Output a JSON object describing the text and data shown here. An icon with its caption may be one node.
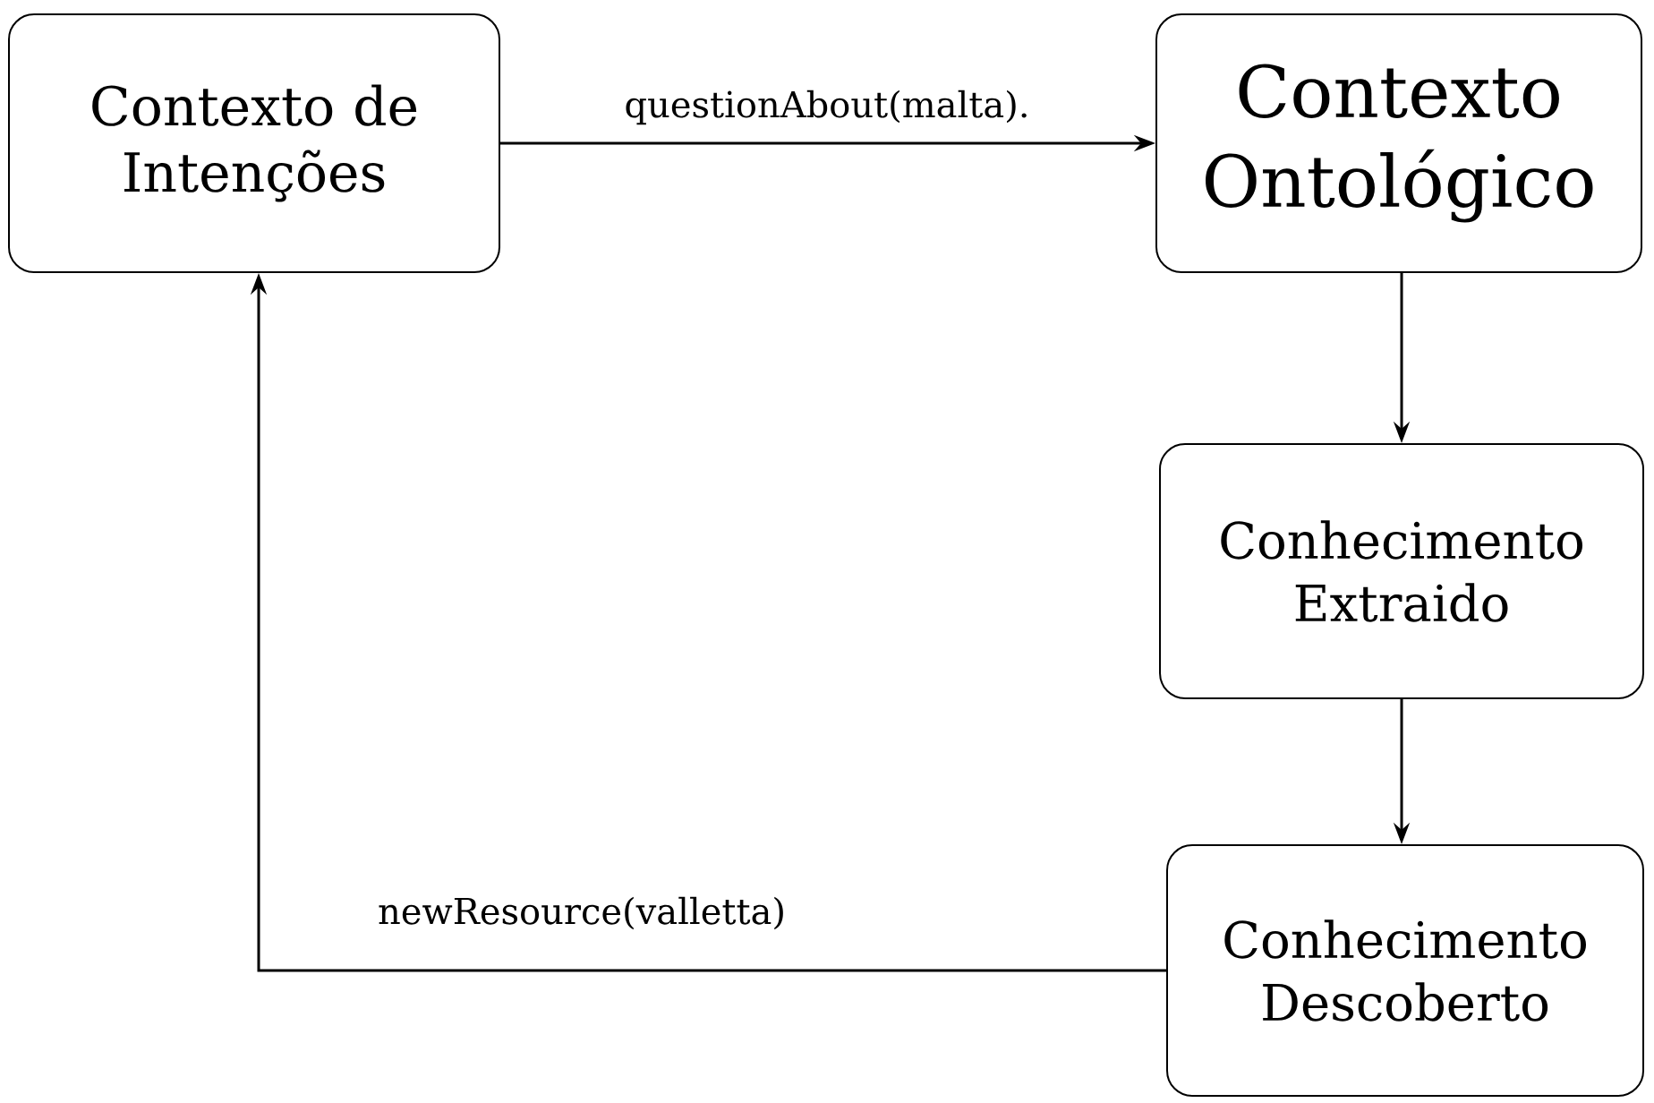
{
  "diagram": {
    "nodes": [
      {
        "text": [
          "Contexto de Intenções"
        ]
      },
      {
        "text": [
          "Contexto Ontológico"
        ]
      },
      {
        "text": [
          "Conhecimento Extraido"
        ]
      },
      {
        "text": [
          "Conhecimento Descoberto"
        ]
      }
    ],
    "edges": [
      {
        "from": 0,
        "to": 1,
        "arrow": "to",
        "label": "questionAbout(malta)."
      },
      {
        "from": 1,
        "to": 2,
        "arrow": "to"
      },
      {
        "from": 2,
        "to": 3,
        "arrow": "to"
      },
      {
        "from": 3,
        "to": 0,
        "arrow": "to",
        "label": "newResource(valletta)"
      }
    ]
  }
}
